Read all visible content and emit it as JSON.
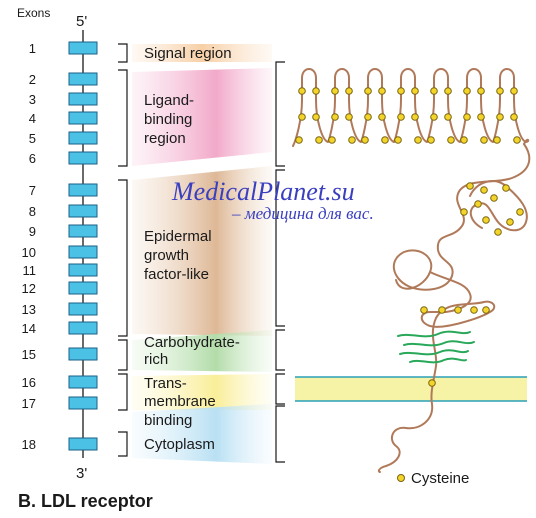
{
  "exons_header": "Exons",
  "five_prime": "5'",
  "three_prime": "3'",
  "exons": [
    "1",
    "2",
    "3",
    "4",
    "5",
    "6",
    "7",
    "8",
    "9",
    "10",
    "11",
    "12",
    "13",
    "14",
    "15",
    "16",
    "17",
    "18"
  ],
  "regions": {
    "signal": [
      "Signal region"
    ],
    "ligand": [
      "Ligand-",
      "binding",
      "region"
    ],
    "egf": [
      "Epidermal",
      "growth",
      "factor-like"
    ],
    "carb": [
      "Carbohydrate-",
      "rich"
    ],
    "trans": [
      "Trans-",
      "membrane",
      "binding"
    ],
    "cyto": [
      "Cytoplasm"
    ]
  },
  "watermark": {
    "line1": "MedicalPlanet.su",
    "line2": "– медицина для вас."
  },
  "legend": {
    "cysteine": "Cysteine"
  },
  "caption": "B. LDL receptor",
  "colors": {
    "exon_fill": "#4cc1e6",
    "exon_stroke": "#1a5f86",
    "chain": "#b07a5a",
    "cysteine": "#f2d42a",
    "sugar": "#2aa85a",
    "membrane": "#f7f3a6",
    "membrane_line": "#2aa0b8",
    "signal_band": "#f9d9b8",
    "ligand_band": "#f4b9d2",
    "egf_band": "#e6c4a6",
    "carb_band": "#bfe3b8",
    "trans_band": "#fbf1a6",
    "cyto_band": "#c6e6f6"
  }
}
